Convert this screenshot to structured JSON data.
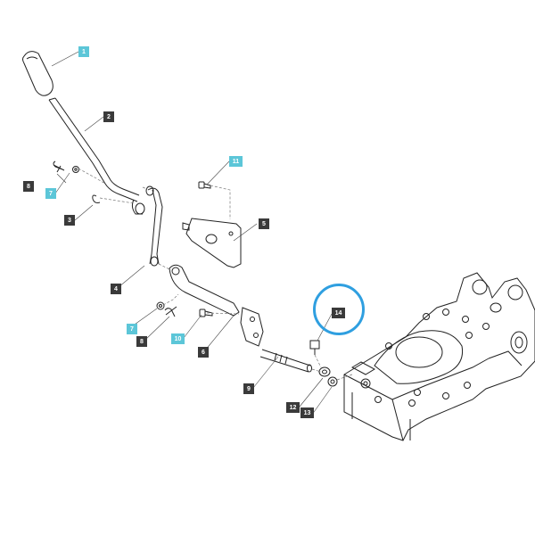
{
  "callouts": {
    "c1": "1",
    "c2": "2",
    "c3": "3",
    "c4": "4",
    "c5": "5",
    "c6": "6",
    "c7a": "7",
    "c7b": "7",
    "c8a": "8",
    "c8b": "8",
    "c9": "9",
    "c10": "10",
    "c11": "11",
    "c12": "12",
    "c13": "13",
    "c14": "14"
  },
  "colors": {
    "callout_dark": "#3a3a3a",
    "callout_cyan": "#5cc6d8",
    "highlight_ring": "#2f9fe0",
    "line_art": "#222222"
  },
  "highlighted_part": "14"
}
